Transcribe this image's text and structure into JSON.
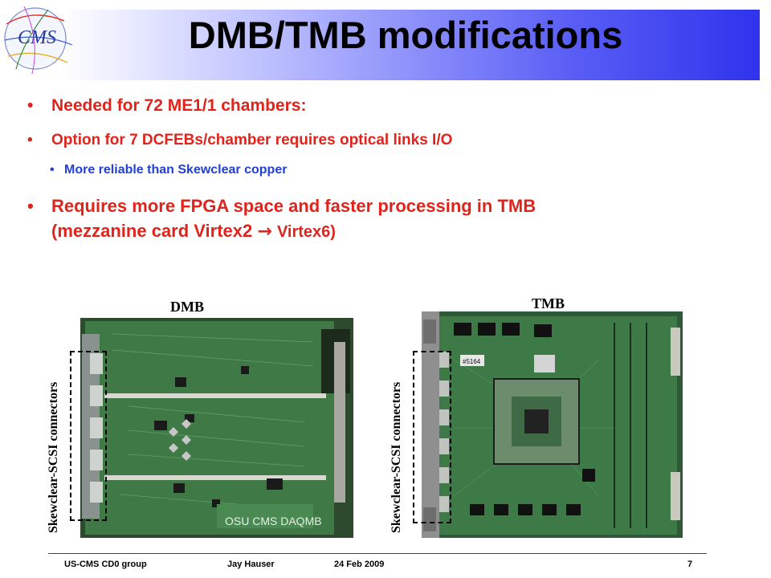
{
  "slide": {
    "title": "DMB/TMB modifications",
    "bullets": {
      "b1": "Needed for 72 ME1/1 chambers:",
      "b2": "Option for 7 DCFEBs/chamber requires optical links I/O",
      "b3": "More reliable than Skewclear copper",
      "b4_line1": "Requires more FPGA space and faster processing in TMB",
      "b4_line2_start": "(mezzanine card Virtex2 ",
      "b4_arrow": "→",
      "b4_line2_end": "Virtex6)"
    },
    "bullet_glyph": "•",
    "logo_text": "CMS"
  },
  "photos": {
    "dmb_label": "DMB",
    "tmb_label": "TMB",
    "connector_label_left": "Skewclear-SCSI connectors",
    "connector_label_right": "Skewclear-SCSI connectors",
    "dmb_board_text": "OSU CMS DAQMB",
    "tmb_board_tag": "#5164"
  },
  "footer": {
    "group": "US-CMS CD0 group",
    "author": "Jay Hauser",
    "date": "24 Feb 2009",
    "page": "7"
  }
}
